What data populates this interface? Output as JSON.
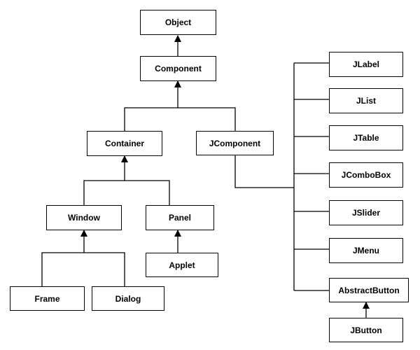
{
  "nodes": {
    "object": "Object",
    "component": "Component",
    "container": "Container",
    "jcomponent": "JComponent",
    "window": "Window",
    "panel": "Panel",
    "applet": "Applet",
    "frame": "Frame",
    "dialog": "Dialog",
    "jlabel": "JLabel",
    "jlist": "JList",
    "jtable": "JTable",
    "jcombobox": "JComboBox",
    "jslider": "JSlider",
    "jmenu": "JMenu",
    "abstractbutton": "AbstractButton",
    "jbutton": "JButton"
  },
  "colors": {
    "line": "#000000",
    "box_border": "#000000",
    "background": "#ffffff"
  }
}
